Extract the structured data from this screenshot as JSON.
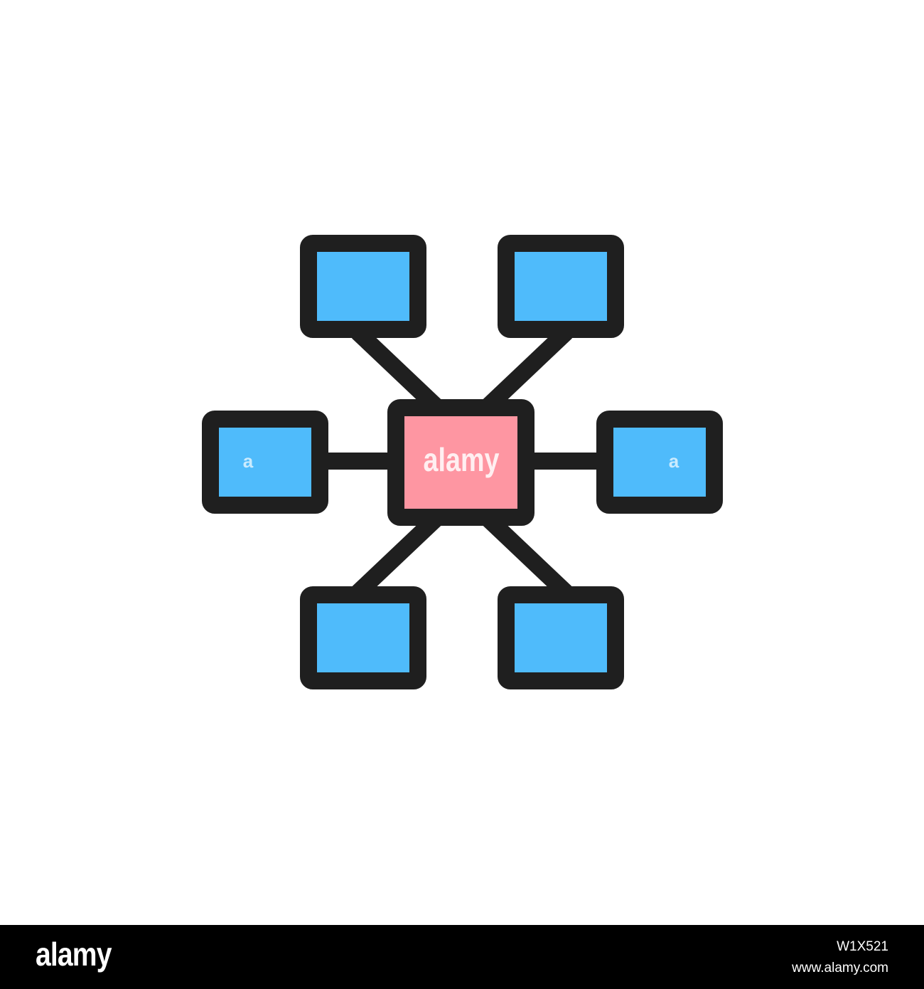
{
  "icon": {
    "name": "network-hub-icon",
    "watermark_center": "alamy",
    "watermark_small": "a",
    "colors": {
      "stroke": "#1f1f1f",
      "node_fill": "#4fbbfb",
      "hub_fill": "#fe96a2",
      "watermark": "#ffffff",
      "background": "#ffffff"
    }
  },
  "footer": {
    "logo": "alamy",
    "image_id": "W1X521",
    "site": "www.alamy.com",
    "background": "#000000"
  }
}
